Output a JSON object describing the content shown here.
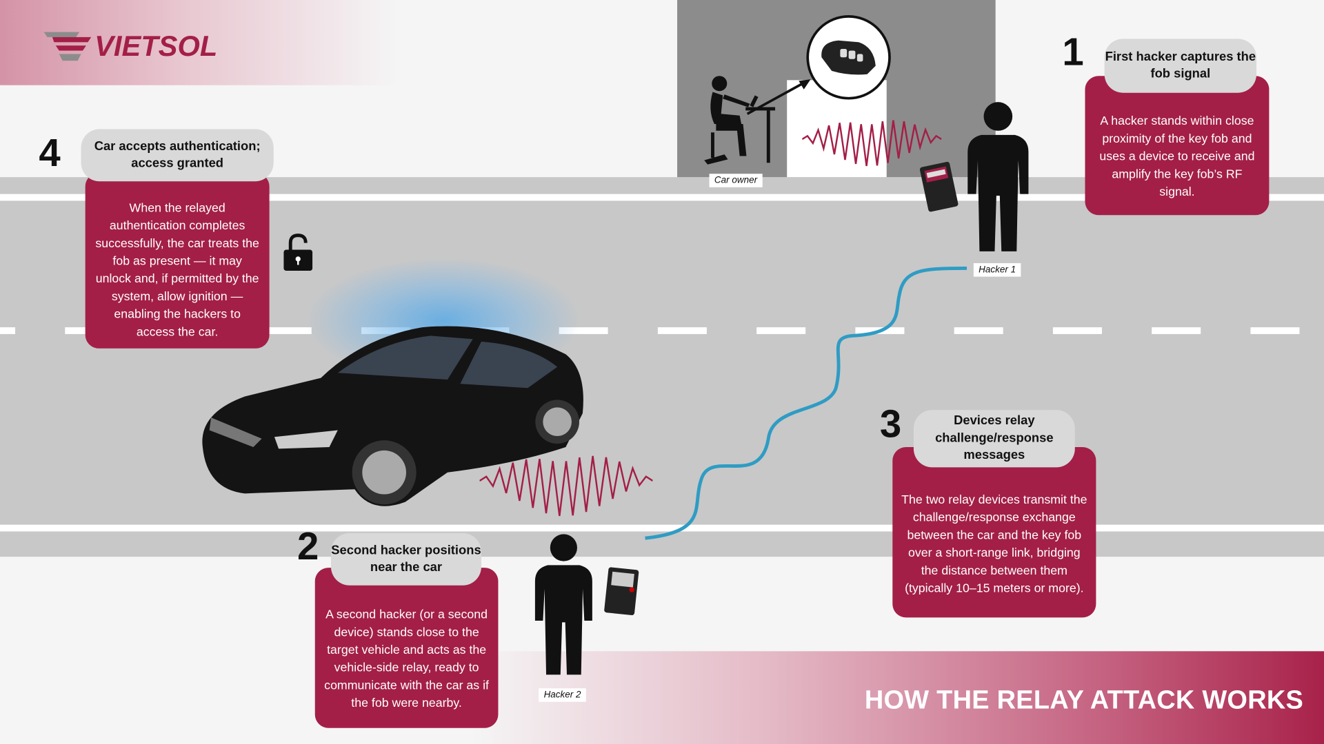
{
  "brand": {
    "name": "VIETSOL"
  },
  "title": "HOW THE RELAY ATTACK WORKS",
  "labels": {
    "car_owner": "Car owner",
    "hacker1": "Hacker 1",
    "hacker2": "Hacker 2"
  },
  "steps": [
    {
      "number": "1",
      "heading": "First hacker captures the fob signal",
      "body": "A hacker stands within close proximity of the key fob and uses a device to receive and amplify the key fob’s RF signal."
    },
    {
      "number": "2",
      "heading": "Second hacker positions near the car",
      "body": "A second hacker (or a second device) stands close to the target vehicle and acts as the vehicle-side relay, ready to communicate with the car as if the fob were nearby."
    },
    {
      "number": "3",
      "heading": "Devices relay challenge/response messages",
      "body": "The two relay devices transmit the challenge/response exchange between the car and the key fob over a short-range link, bridging the distance between them (typically 10–15 meters or more)."
    },
    {
      "number": "4",
      "heading": "Car accepts authentication; access granted",
      "body": "When the relayed authentication completes successfully, the car treats the fob as present — it may unlock and, if permitted by the system, allow ignition — enabling the hackers to access the car."
    }
  ],
  "colors": {
    "crimson": "#a31f47",
    "pill": "#d9d9d9",
    "road": "#c8c8c8",
    "relay_link": "#2f9cc4"
  }
}
